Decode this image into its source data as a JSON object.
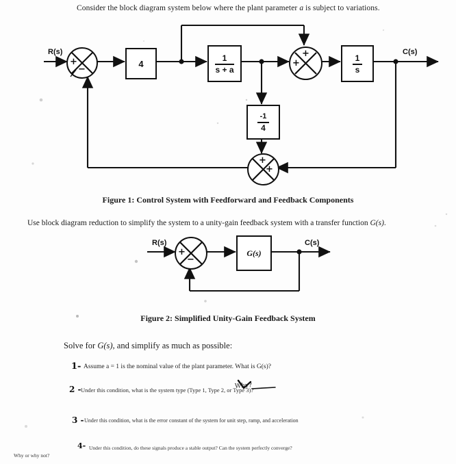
{
  "document": {
    "intro_text": "Consider the block diagram system below where the plant parameter a is subject to variations.",
    "reduction_text": "Use block diagram reduction to simplify the system to a unity-gain feedback system with a transfer function G(s).",
    "solve_text": "Solve for G(s), and simplify as much as possible:",
    "figure1_caption": "Figure 1: Control System with Feedforward and Feedback Components",
    "figure2_caption": "Figure 2: Simplified Unity-Gain Feedback System"
  },
  "figure1": {
    "input_label": "R(s)",
    "output_label": "C(s)",
    "blocks": [
      {
        "name": "gain-block",
        "text": "4"
      },
      {
        "name": "plant-block",
        "numerator": "1",
        "denominator": "s + a"
      },
      {
        "name": "feedback-gain-block",
        "numerator": "-1",
        "denominator": "4"
      },
      {
        "name": "integrator-block",
        "numerator": "1",
        "denominator": "s"
      }
    ],
    "summing_junctions": [
      {
        "name": "input-summer",
        "signs": {
          "left": "+",
          "bottom": "−"
        }
      },
      {
        "name": "forward-summer",
        "signs": {
          "top": "+",
          "left": "+"
        }
      },
      {
        "name": "feedback-summer",
        "signs": {
          "top": "+",
          "right": "+"
        }
      }
    ]
  },
  "figure2": {
    "input_label": "R(s)",
    "output_label": "C(s)",
    "block_label": "G(s)",
    "summing_junction": {
      "name": "input-summer",
      "signs": {
        "left": "+",
        "bottom": "−"
      }
    }
  },
  "questions": [
    {
      "number": "1-",
      "text": "Assume a = 1 is the nominal value of the plant parameter. What is G(s)?"
    },
    {
      "number": "2 -",
      "text": "Under this condition, what is the system type (Type 1, Type 2, or Type 3)?",
      "annotation": "Why?"
    },
    {
      "number": "3 -",
      "text": "Under this condition, what is the error constant of the system for unit step, ramp, and acceleration"
    },
    {
      "number": "4-",
      "text": "Under this condition, do these signals produce a stable output? Can the system perfectly converge?",
      "continuation": "Why or why not?"
    }
  ]
}
